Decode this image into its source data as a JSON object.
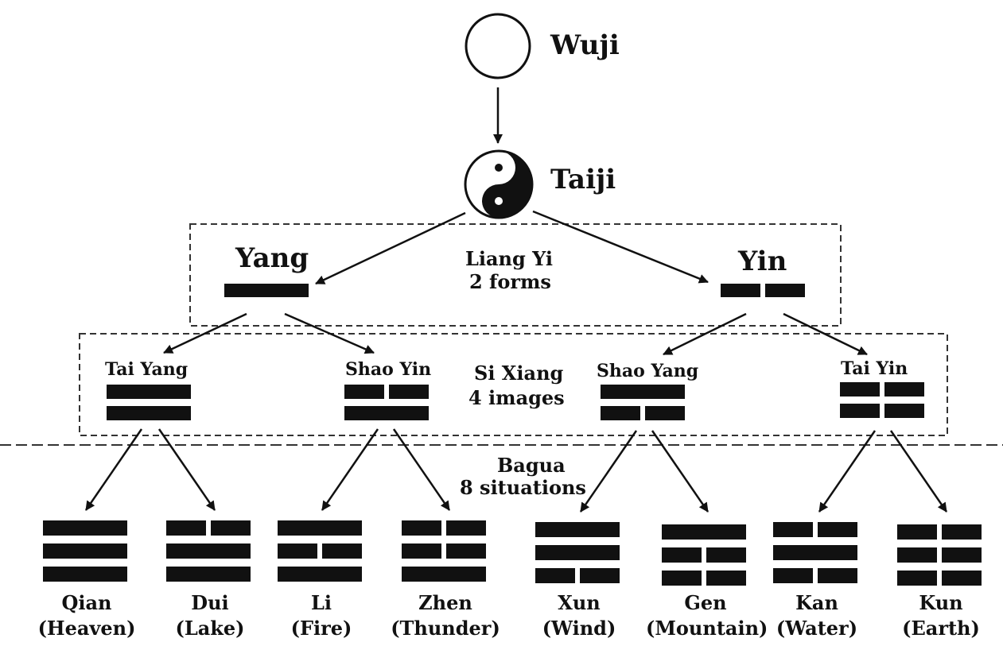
{
  "root": {
    "label": "Wuji"
  },
  "taiji": {
    "label": "Taiji"
  },
  "liang_yi": {
    "title": "Liang Yi",
    "subtitle": "2 forms",
    "forms": [
      {
        "name": "Yang",
        "lines": [
          "solid"
        ]
      },
      {
        "name": "Yin",
        "lines": [
          "broken"
        ]
      }
    ]
  },
  "si_xiang": {
    "title": "Si Xiang",
    "subtitle": "4 images",
    "images": [
      {
        "name": "Tai Yang",
        "lines": [
          "solid",
          "solid"
        ]
      },
      {
        "name": "Shao Yin",
        "lines": [
          "broken",
          "solid"
        ]
      },
      {
        "name": "Shao Yang",
        "lines": [
          "solid",
          "broken"
        ]
      },
      {
        "name": "Tai Yin",
        "lines": [
          "broken",
          "broken"
        ]
      }
    ]
  },
  "bagua": {
    "title": "Bagua",
    "subtitle": "8 situations",
    "trigrams": [
      {
        "name": "Qian",
        "meaning": "(Heaven)",
        "lines": [
          "solid",
          "solid",
          "solid"
        ]
      },
      {
        "name": "Dui",
        "meaning": "(Lake)",
        "lines": [
          "broken",
          "solid",
          "solid"
        ]
      },
      {
        "name": "Li",
        "meaning": "(Fire)",
        "lines": [
          "solid",
          "broken",
          "solid"
        ]
      },
      {
        "name": "Zhen",
        "meaning": "(Thunder)",
        "lines": [
          "broken",
          "broken",
          "solid"
        ]
      },
      {
        "name": "Xun",
        "meaning": "(Wind)",
        "lines": [
          "solid",
          "solid",
          "broken"
        ]
      },
      {
        "name": "Gen",
        "meaning": "(Mountain)",
        "lines": [
          "solid",
          "broken",
          "broken"
        ]
      },
      {
        "name": "Kan",
        "meaning": "(Water)",
        "lines": [
          "broken",
          "solid",
          "broken"
        ]
      },
      {
        "name": "Kun",
        "meaning": "(Earth)",
        "lines": [
          "broken",
          "broken",
          "broken"
        ]
      }
    ]
  }
}
